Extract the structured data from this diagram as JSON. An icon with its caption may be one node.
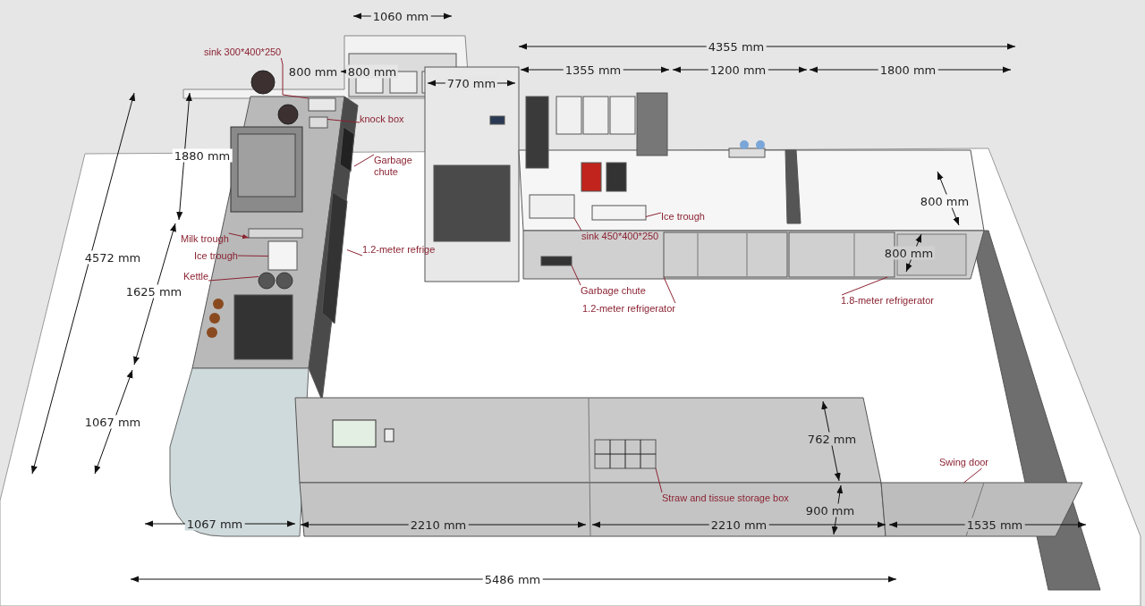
{
  "diagram": {
    "nodes": [
      {
        "text": [
          "sink 300*400*250"
        ]
      },
      {
        "text": [
          "knock box"
        ]
      },
      {
        "text": [
          "Garbage chute"
        ]
      },
      {
        "text": [
          "Milk trough"
        ]
      },
      {
        "text": [
          "Ice trough"
        ]
      },
      {
        "text": [
          "1.2-meter refrige"
        ]
      },
      {
        "text": [
          "Kettle"
        ]
      },
      {
        "text": [
          "Ice trough"
        ]
      },
      {
        "text": [
          "sink 450*400*250"
        ]
      },
      {
        "text": [
          "Garbage chute"
        ]
      },
      {
        "text": [
          "1.2-meter refrigerator"
        ]
      },
      {
        "text": [
          "1.8-meter refrigerator"
        ]
      },
      {
        "text": [
          "Swing door"
        ]
      },
      {
        "text": [
          "Straw and tissue storage box"
        ]
      },
      {
        "text": [],
        "shape": "box"
      },
      {
        "text": [],
        "shape": "box"
      },
      {
        "text": [],
        "shape": "box"
      },
      {
        "text": [],
        "shape": "box"
      },
      {
        "text": [],
        "shape": "box"
      },
      {
        "text": [],
        "shape": "box"
      },
      {
        "text": [],
        "shape": "picture"
      },
      {
        "text": [],
        "shape": "box"
      },
      {
        "text": [],
        "shape": "box"
      },
      {
        "text": [],
        "shape": "box"
      },
      {
        "text": [],
        "shape": "box"
      },
      {
        "text": [],
        "shape": "box"
      },
      {
        "text": [],
        "shape": "box"
      },
      {
        "text": [],
        "shape": "box"
      }
    ],
    "edges": [
      {
        "from": 0,
        "to": 14,
        "arrow": "none"
      },
      {
        "from": 1,
        "to": 15,
        "arrow": "none"
      },
      {
        "from": 2,
        "to": 16,
        "arrow": "none"
      },
      {
        "from": 3,
        "to": 17,
        "arrow": "to"
      },
      {
        "from": 4,
        "to": 18,
        "arrow": "none"
      },
      {
        "from": 5,
        "to": 19,
        "arrow": "none"
      },
      {
        "from": 6,
        "to": 20,
        "arrow": "none"
      },
      {
        "from": 7,
        "to": 21,
        "arrow": "none"
      },
      {
        "from": 8,
        "to": 22,
        "arrow": "none"
      },
      {
        "from": 9,
        "to": 23,
        "arrow": "none"
      },
      {
        "from": 10,
        "to": 24,
        "arrow": "none"
      },
      {
        "from": 11,
        "to": 25,
        "arrow": "none"
      },
      {
        "from": 12,
        "to": 26,
        "arrow": "none"
      },
      {
        "from": 13,
        "to": 27,
        "arrow": "none"
      }
    ],
    "labels": [
      "1060 mm",
      "4355 mm",
      "800 mm",
      "800 mm",
      "770 mm",
      "1355 mm",
      "1200 mm",
      "1800 mm",
      "1880 mm",
      "800 mm",
      "4572 mm",
      "800 mm",
      "1625 mm",
      "1067 mm",
      "762 mm",
      "900 mm",
      "1067 mm",
      "2210 mm",
      "2210 mm",
      "1535 mm",
      "5486 mm"
    ]
  }
}
